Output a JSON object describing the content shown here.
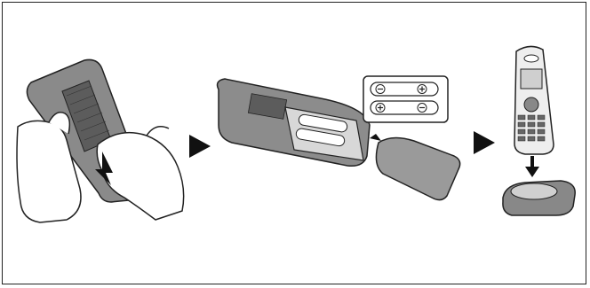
{
  "figure": {
    "steps": [
      {
        "id": "open-cover",
        "icon": "hands-sliding-cover-off-handset"
      },
      {
        "id": "insert-batteries",
        "icon": "battery-compartment-with-polarity-inset"
      },
      {
        "id": "place-on-charger",
        "icon": "handset-into-charger-base"
      }
    ],
    "arrows": [
      "step-arrow-icon",
      "step-arrow-icon"
    ],
    "inset": {
      "markings": [
        "⊖",
        "⊕",
        "⊕",
        "⊖"
      ]
    },
    "colors": {
      "line": "#222222",
      "fill_dark": "#6e6e6e",
      "fill_mid": "#a0a0a0",
      "fill_light": "#d2d2d2",
      "background": "#ffffff"
    }
  }
}
